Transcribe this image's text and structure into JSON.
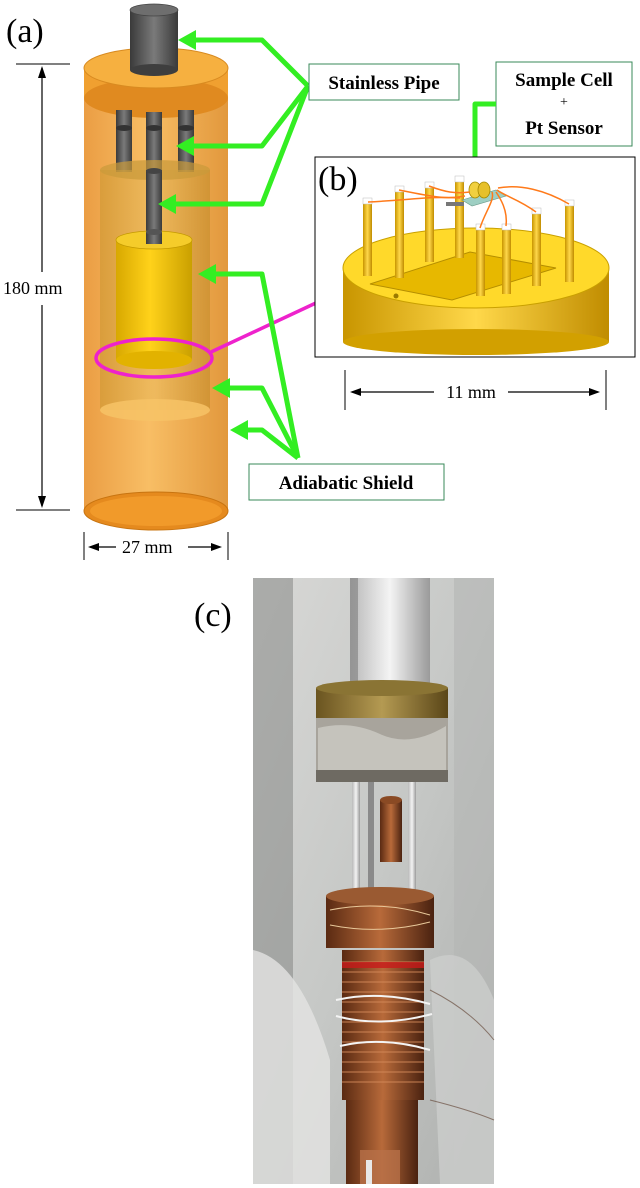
{
  "panels": {
    "a": "(a)",
    "b": "(b)",
    "c": "(c)"
  },
  "labels": {
    "stainless_pipe": "Stainless Pipe",
    "sample_cell": "Sample Cell",
    "plus": "+",
    "pt_sensor": "Pt Sensor",
    "adiabatic_shield": "Adiabatic Shield"
  },
  "dimensions": {
    "height": "180 mm",
    "width": "27 mm",
    "inset_width": "11 mm"
  },
  "colors": {
    "arrow": "#33ee22",
    "highlight": "#ee22cc",
    "shield": "#f0a030",
    "cell": "#f2c200",
    "pipe": "#555555"
  }
}
